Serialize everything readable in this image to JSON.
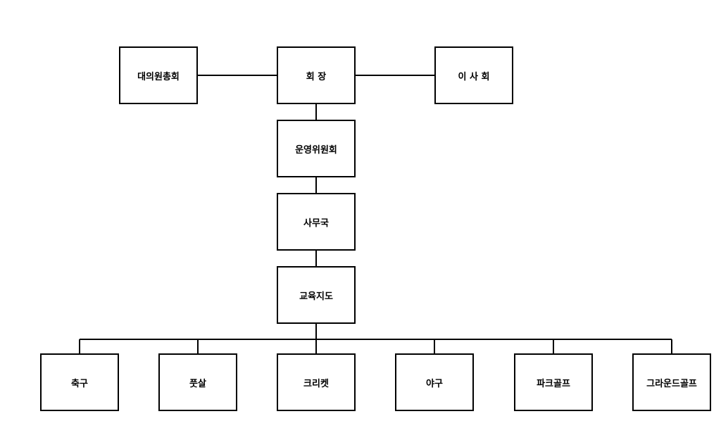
{
  "org_chart": {
    "top": {
      "left": "대의원총회",
      "center": "회 장",
      "right": "이 사 회"
    },
    "chain": [
      "운영위원회",
      "사무국",
      "교육지도"
    ],
    "sports": [
      "축구",
      "풋살",
      "크리켓",
      "야구",
      "파크골프",
      "그라운드골프"
    ]
  },
  "colors": {
    "line": "#000000",
    "box_border": "#000000",
    "background": "#ffffff"
  }
}
